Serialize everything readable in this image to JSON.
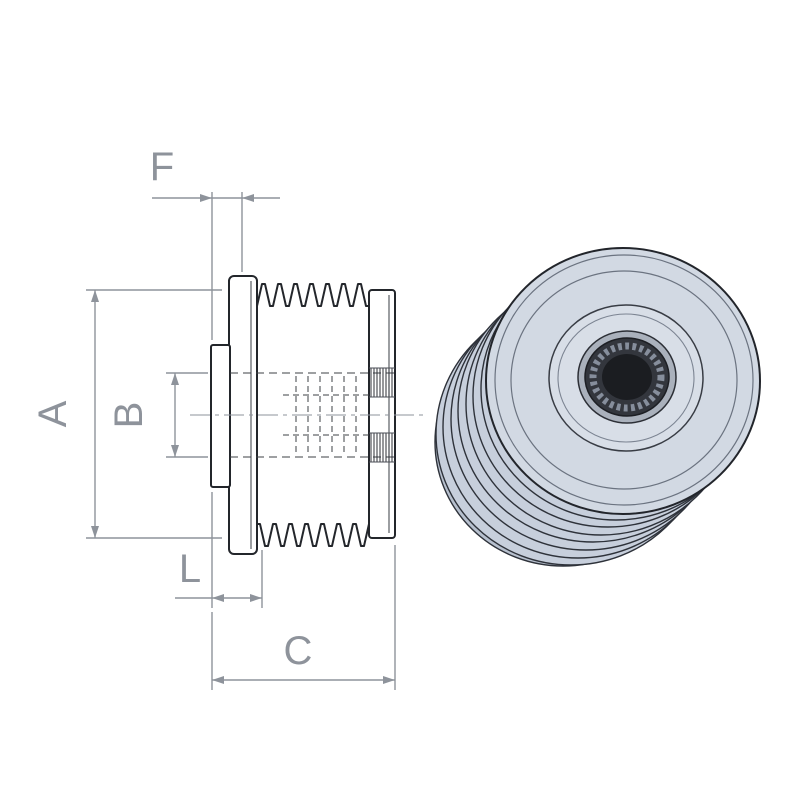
{
  "drawing": {
    "background": "#ffffff",
    "labels": {
      "f": "F",
      "a": "A",
      "b": "B",
      "l": "L",
      "c": "C"
    },
    "colors": {
      "outline": "#23262b",
      "dimension_gray": "#8e939b",
      "hidden_line": "#3d4046",
      "pulley_body": "#c7cfdc",
      "pulley_face": "#d2d9e3",
      "pulley_boss": "#d8dee7",
      "bore_dark": "#33363d"
    }
  }
}
